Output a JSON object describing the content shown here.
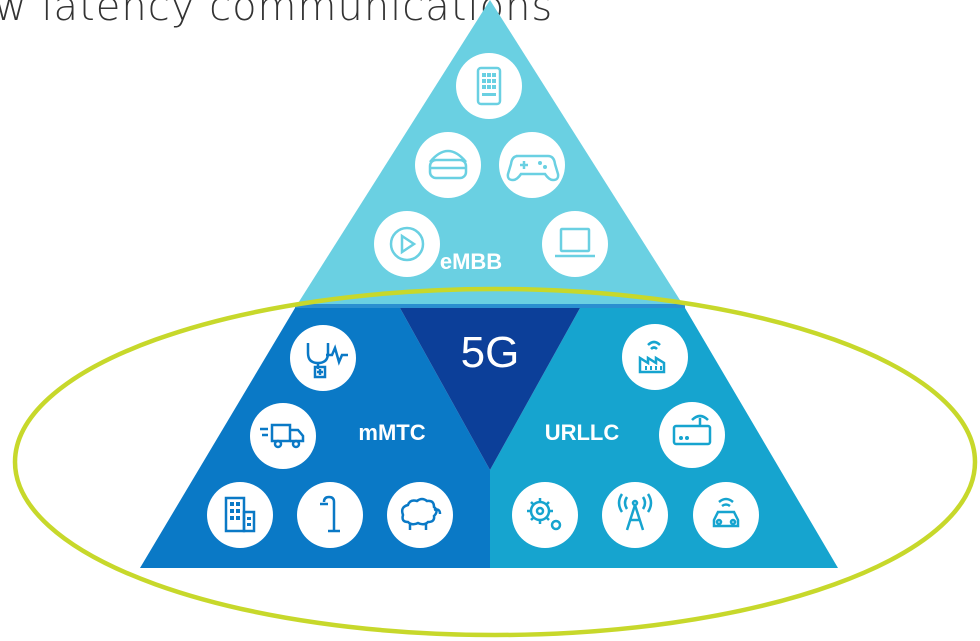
{
  "caption": "w latency communications",
  "diagram": {
    "center_label": "5G",
    "segments": [
      {
        "id": "embb",
        "label": "eMBB",
        "color": "#6ad0e2",
        "icons": [
          "smartphone-icon",
          "vr-headset-icon",
          "gamepad-icon",
          "play-icon",
          "laptop-icon"
        ]
      },
      {
        "id": "mmtc",
        "label": "mMTC",
        "color": "#0a79c6",
        "icons": [
          "health-monitor-icon",
          "delivery-truck-icon",
          "building-icon",
          "street-lamp-icon",
          "sheep-icon"
        ]
      },
      {
        "id": "urllc",
        "label": "URLLC",
        "color": "#16a4cf",
        "icons": [
          "smart-factory-icon",
          "router-icon",
          "gears-icon",
          "antenna-icon",
          "connected-car-icon"
        ]
      }
    ],
    "colors": {
      "center": "#0c3f99",
      "ellipse": "#c7d82b",
      "separator": "#2a8fd0",
      "icon_bg": "#ffffff",
      "icon_stroke_embb": "#6ad0e2",
      "icon_stroke_mmtc": "#0a79c6",
      "icon_stroke_urllc": "#16a4cf"
    }
  }
}
